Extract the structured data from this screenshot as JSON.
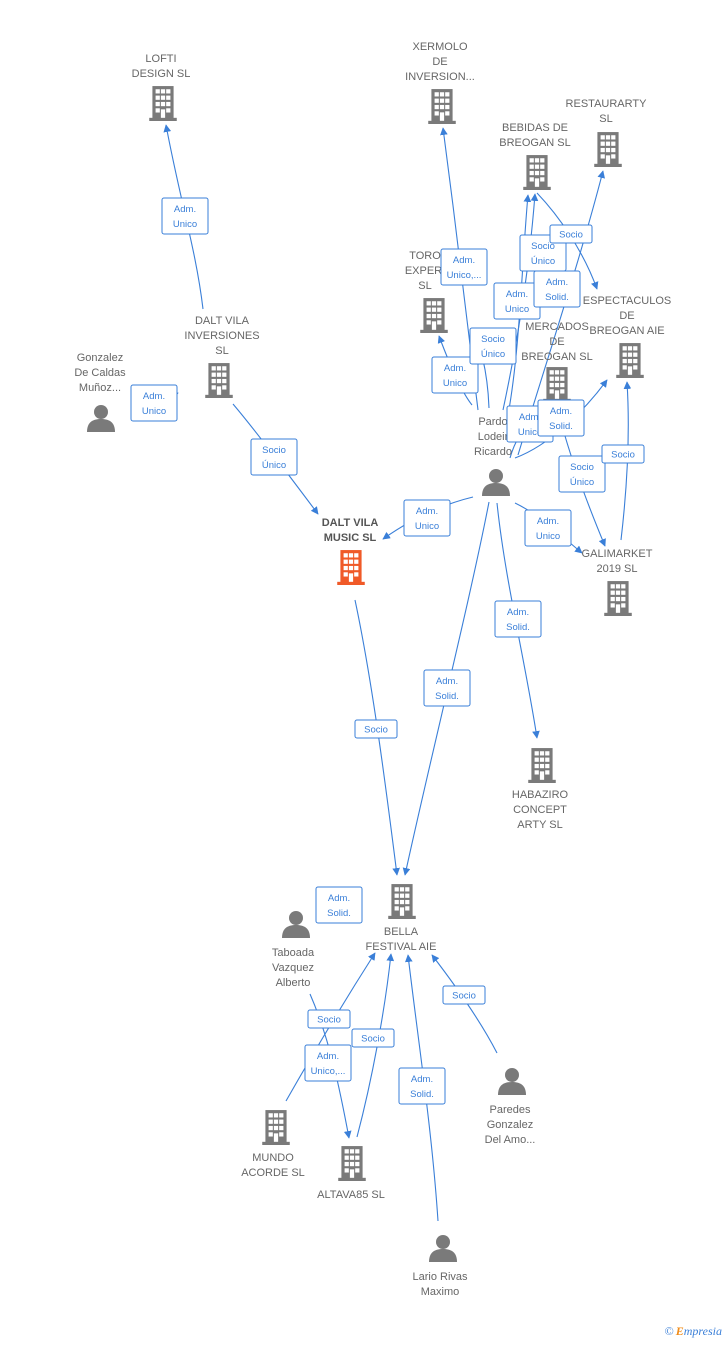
{
  "nodes": [
    {
      "id": "lofti",
      "type": "company",
      "lines": [
        "LOFTI",
        "DESIGN  SL"
      ],
      "highlight": false
    },
    {
      "id": "xermolo",
      "type": "company",
      "lines": [
        "XERMOLO",
        "DE",
        "INVERSION..."
      ],
      "highlight": false
    },
    {
      "id": "restaurarty",
      "type": "company",
      "lines": [
        "RESTAURARTY",
        "SL"
      ],
      "highlight": false
    },
    {
      "id": "bebidas",
      "type": "company",
      "lines": [
        "BEBIDAS DE",
        "BREOGAN  SL"
      ],
      "highlight": false
    },
    {
      "id": "toro",
      "type": "company",
      "lines": [
        "TORO",
        "EXPERI",
        "SL"
      ],
      "highlight": false
    },
    {
      "id": "espectaculos",
      "type": "company",
      "lines": [
        "ESPECTACULOS",
        "DE",
        "BREOGAN AIE"
      ],
      "highlight": false
    },
    {
      "id": "mercados",
      "type": "company",
      "lines": [
        "MERCADOS",
        "DE",
        "BREOGAN  SL"
      ],
      "highlight": false
    },
    {
      "id": "daltvilainv",
      "type": "company",
      "lines": [
        "DALT VILA",
        "INVERSIONES",
        "SL"
      ],
      "highlight": false
    },
    {
      "id": "gonzalez",
      "type": "person",
      "lines": [
        "Gonzalez",
        "De Caldas",
        "Muñoz..."
      ]
    },
    {
      "id": "pardo",
      "type": "person",
      "lines": [
        "Pardo",
        "Lodeir",
        "Ricardo"
      ]
    },
    {
      "id": "daltvilamusic",
      "type": "company",
      "lines": [
        "DALT VILA",
        "MUSIC  SL"
      ],
      "highlight": true
    },
    {
      "id": "galimarket",
      "type": "company",
      "lines": [
        "GALIMARKET",
        "2019  SL"
      ],
      "highlight": false
    },
    {
      "id": "habaziro",
      "type": "company",
      "lines": [
        "HABAZIRO",
        "CONCEPT",
        "ARTY  SL"
      ],
      "highlight": false
    },
    {
      "id": "bella",
      "type": "company",
      "lines": [
        "BELLA",
        "FESTIVAL  AIE"
      ],
      "highlight": false
    },
    {
      "id": "taboada",
      "type": "person",
      "lines": [
        "Taboada",
        "Vazquez",
        "Alberto"
      ]
    },
    {
      "id": "paredes",
      "type": "person",
      "lines": [
        "Paredes",
        "Gonzalez",
        "Del Amo..."
      ]
    },
    {
      "id": "mundo",
      "type": "company",
      "lines": [
        "MUNDO",
        "ACORDE SL"
      ],
      "highlight": false
    },
    {
      "id": "altava",
      "type": "company",
      "lines": [
        "ALTAVA85  SL"
      ],
      "highlight": false
    },
    {
      "id": "lario",
      "type": "person",
      "lines": [
        "Lario Rivas",
        "Maximo"
      ]
    }
  ],
  "edges": [
    {
      "from": "daltvilainv",
      "to": "lofti",
      "label": [
        "Adm.",
        "Unico"
      ]
    },
    {
      "from": "gonzalez",
      "to": "daltvilainv",
      "label": [
        "Adm.",
        "Unico"
      ]
    },
    {
      "from": "daltvilainv",
      "to": "daltvilamusic",
      "label": [
        "Socio",
        "Único"
      ]
    },
    {
      "from": "pardo",
      "to": "xermolo",
      "label": [
        "Adm.",
        "Unico,..."
      ]
    },
    {
      "from": "pardo",
      "to": "toro",
      "label": [
        "Adm.",
        "Unico"
      ]
    },
    {
      "from": "pardo",
      "to": "toro",
      "label": [
        "Socio",
        "Único"
      ]
    },
    {
      "from": "pardo",
      "to": "bebidas",
      "label": [
        "Socio",
        "Único"
      ]
    },
    {
      "from": "pardo",
      "to": "bebidas",
      "label": [
        "Adm.",
        "Unico"
      ]
    },
    {
      "from": "pardo",
      "to": "restaurarty",
      "label": [
        "Adm.",
        "Solid."
      ]
    },
    {
      "from": "pardo",
      "to": "espectaculos",
      "label": [
        "Socio"
      ]
    },
    {
      "from": "pardo",
      "to": "mercados",
      "label": [
        "Adm.",
        "Unico"
      ]
    },
    {
      "from": "pardo",
      "to": "espectaculos",
      "label": [
        "Adm.",
        "Solid."
      ]
    },
    {
      "from": "pardo",
      "to": "daltvilamusic",
      "label": [
        "Adm.",
        "Unico"
      ]
    },
    {
      "from": "pardo",
      "to": "galimarket",
      "label": [
        "Adm.",
        "Unico"
      ]
    },
    {
      "from": "pardo",
      "to": "galimarket",
      "label": [
        "Socio",
        "Único"
      ]
    },
    {
      "from": "galimarket",
      "to": "espectaculos",
      "label": [
        "Socio"
      ]
    },
    {
      "from": "pardo",
      "to": "habaziro",
      "label": [
        "Adm.",
        "Solid."
      ]
    },
    {
      "from": "pardo",
      "to": "bella",
      "label": [
        "Adm.",
        "Solid."
      ]
    },
    {
      "from": "daltvilamusic",
      "to": "bella",
      "label": [
        "Socio"
      ]
    },
    {
      "from": "taboada",
      "to": "bella",
      "label": [
        "Adm.",
        "Solid."
      ]
    },
    {
      "from": "taboada",
      "to": "altava",
      "label": [
        "Socio"
      ]
    },
    {
      "from": "mundo",
      "to": "bella",
      "label": [
        "Adm.",
        "Unico,..."
      ]
    },
    {
      "from": "altava",
      "to": "bella",
      "label": [
        "Socio"
      ]
    },
    {
      "from": "lario",
      "to": "bella",
      "label": [
        "Adm.",
        "Solid."
      ]
    },
    {
      "from": "paredes",
      "to": "bella",
      "label": [
        "Socio"
      ]
    }
  ],
  "colors": {
    "edge": "#3a7fd8",
    "node": "#7a7a7a",
    "highlight": "#f05a28",
    "label": "#666666"
  },
  "brand": {
    "symbol": "©",
    "text": "mpresia",
    "initial": "E"
  }
}
